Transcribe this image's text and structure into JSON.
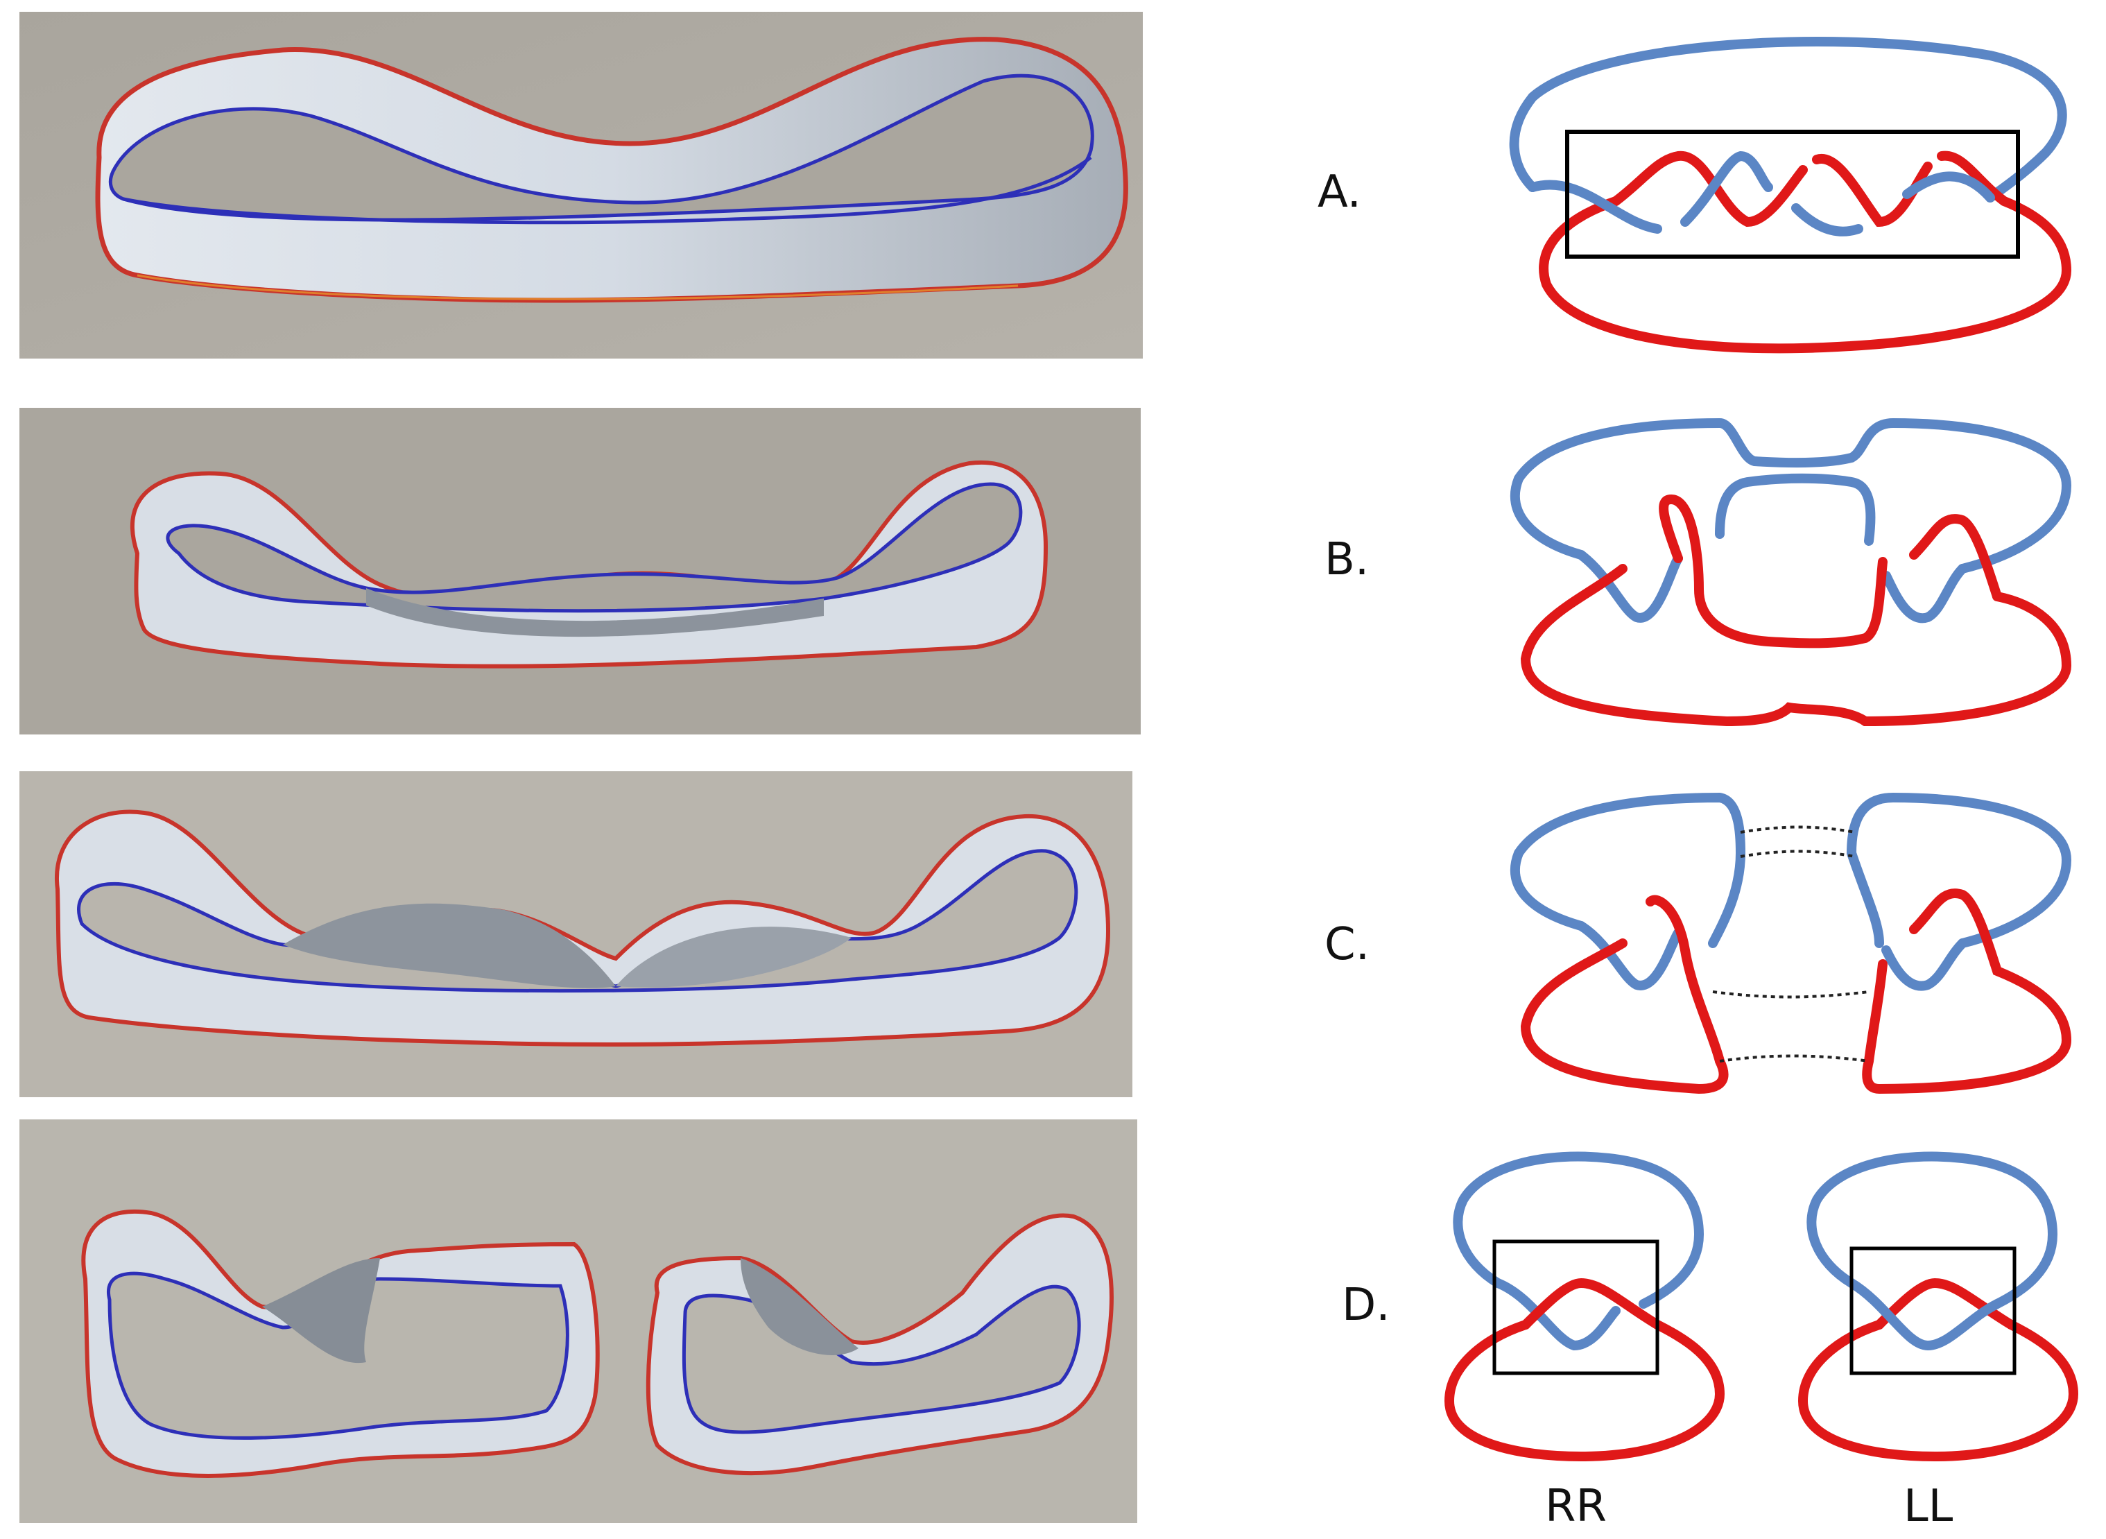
{
  "labels": {
    "a": "A.",
    "b": "B.",
    "c": "C.",
    "d": "D.",
    "rr": "RR",
    "ll": "LL"
  },
  "colors": {
    "blue_strand": "#5b86c5",
    "red_strand": "#e01818",
    "ribbon_edge_red": "#c8342b",
    "ribbon_edge_blue": "#2d2fb8",
    "ribbon_surface": "#d6dde6",
    "ribbon_shadow": "#8a9099",
    "panel_background": "#aaa69e"
  },
  "icons": {
    "ribbon_panels": [
      "ribbon-render-a",
      "ribbon-render-b",
      "ribbon-render-c",
      "ribbon-render-d"
    ]
  }
}
